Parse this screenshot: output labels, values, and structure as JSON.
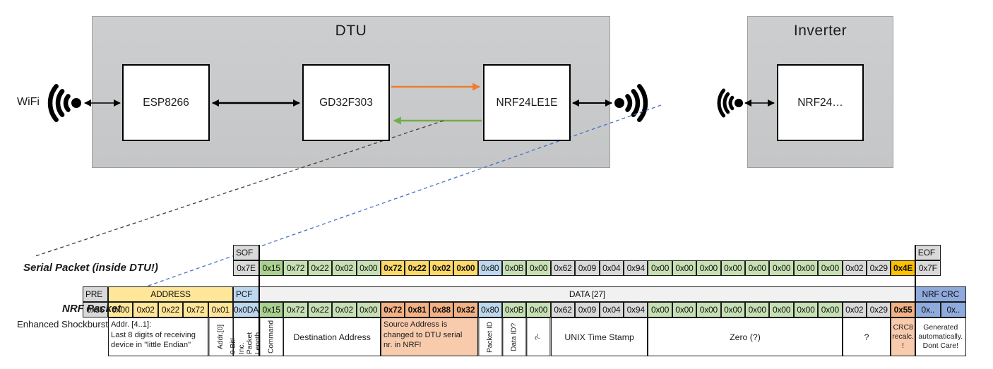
{
  "diagram": {
    "dtu_label": "DTU",
    "inverter_label": "Inverter",
    "wifi_label": "WiFi",
    "esp_label": "ESP8266",
    "gd_label": "GD32F303",
    "nrf_dtu_label": "NRF24LE1E",
    "nrf_inverter_label": "NRF24…"
  },
  "colors": {
    "gray": "#D9D9D9",
    "lgreen": "#C6E0B4",
    "dgreen": "#A9D08E",
    "gold": "#FFD966",
    "orange": "#FFC000",
    "yellow": "#FFE699",
    "blue": "#BDD7EE",
    "salmon": "#F4B183",
    "lsalmon": "#F8CBAD",
    "crcblue": "#8FAADC",
    "datahdr": "#F1F1F1",
    "arrow_orange": "#ED7D31",
    "arrow_green": "#70AD47",
    "dash_blue": "#4472C4",
    "dash_black": "#3f3f3f"
  },
  "serial_packet": {
    "title": "Serial Packet (inside DTU!)",
    "header_cells": [
      {
        "label": "SOF",
        "col": 6,
        "span": 1,
        "c": "gray"
      },
      {
        "label": "EOF",
        "col": 34,
        "span": 1,
        "c": "gray"
      }
    ],
    "cells": [
      {
        "v": "0x7E",
        "c": "gray"
      },
      {
        "v": "0x15",
        "c": "dgreen"
      },
      {
        "v": "0x72",
        "c": "lgreen"
      },
      {
        "v": "0x22",
        "c": "lgreen"
      },
      {
        "v": "0x02",
        "c": "lgreen"
      },
      {
        "v": "0x00",
        "c": "lgreen"
      },
      {
        "v": "0x72",
        "c": "gold",
        "b": true
      },
      {
        "v": "0x22",
        "c": "gold",
        "b": true
      },
      {
        "v": "0x02",
        "c": "gold",
        "b": true
      },
      {
        "v": "0x00",
        "c": "gold",
        "b": true
      },
      {
        "v": "0x80",
        "c": "blue"
      },
      {
        "v": "0x0B",
        "c": "lgreen"
      },
      {
        "v": "0x00",
        "c": "lgreen"
      },
      {
        "v": "0x62",
        "c": "gray"
      },
      {
        "v": "0x09",
        "c": "gray"
      },
      {
        "v": "0x04",
        "c": "gray"
      },
      {
        "v": "0x94",
        "c": "gray"
      },
      {
        "v": "0x00",
        "c": "lgreen"
      },
      {
        "v": "0x00",
        "c": "lgreen"
      },
      {
        "v": "0x00",
        "c": "lgreen"
      },
      {
        "v": "0x00",
        "c": "lgreen"
      },
      {
        "v": "0x00",
        "c": "lgreen"
      },
      {
        "v": "0x00",
        "c": "lgreen"
      },
      {
        "v": "0x00",
        "c": "lgreen"
      },
      {
        "v": "0x00",
        "c": "lgreen"
      },
      {
        "v": "0x02",
        "c": "gray"
      },
      {
        "v": "0x29",
        "c": "gray"
      },
      {
        "v": "0x4E",
        "c": "orange",
        "b": true
      },
      {
        "v": "0x7F",
        "c": "gray"
      }
    ]
  },
  "nrf_packet": {
    "title": "NRF Packet",
    "subtitle": "Enhanced Shockburst",
    "header_cells": [
      {
        "label": "PRE",
        "col": 0,
        "span": 1,
        "c": "gray"
      },
      {
        "label": "ADDRESS",
        "col": 1,
        "span": 5,
        "c": "yellow"
      },
      {
        "label": "PCF",
        "col": 6,
        "span": 1,
        "c": "blue"
      },
      {
        "label": "DATA [27]",
        "col": 7,
        "span": 27,
        "c": "datahdr"
      },
      {
        "label": "NRF CRC",
        "col": 34,
        "span": 2,
        "c": "crcblue"
      }
    ],
    "cells": [
      {
        "v": "0x55",
        "c": "gray"
      },
      {
        "v": "0x00",
        "c": "yellow"
      },
      {
        "v": "0x02",
        "c": "yellow"
      },
      {
        "v": "0x22",
        "c": "yellow"
      },
      {
        "v": "0x72",
        "c": "yellow"
      },
      {
        "v": "0x01",
        "c": "yellow"
      },
      {
        "v": "0x0DA",
        "c": "blue"
      },
      {
        "v": "0x15",
        "c": "dgreen"
      },
      {
        "v": "0x72",
        "c": "lgreen"
      },
      {
        "v": "0x22",
        "c": "lgreen"
      },
      {
        "v": "0x02",
        "c": "lgreen"
      },
      {
        "v": "0x00",
        "c": "lgreen"
      },
      {
        "v": "0x72",
        "c": "salmon",
        "b": true
      },
      {
        "v": "0x81",
        "c": "salmon",
        "b": true
      },
      {
        "v": "0x88",
        "c": "salmon",
        "b": true
      },
      {
        "v": "0x32",
        "c": "salmon",
        "b": true
      },
      {
        "v": "0x80",
        "c": "blue"
      },
      {
        "v": "0x0B",
        "c": "lgreen"
      },
      {
        "v": "0x00",
        "c": "lgreen"
      },
      {
        "v": "0x62",
        "c": "gray"
      },
      {
        "v": "0x09",
        "c": "gray"
      },
      {
        "v": "0x04",
        "c": "gray"
      },
      {
        "v": "0x94",
        "c": "gray"
      },
      {
        "v": "0x00",
        "c": "lgreen"
      },
      {
        "v": "0x00",
        "c": "lgreen"
      },
      {
        "v": "0x00",
        "c": "lgreen"
      },
      {
        "v": "0x00",
        "c": "lgreen"
      },
      {
        "v": "0x00",
        "c": "lgreen"
      },
      {
        "v": "0x00",
        "c": "lgreen"
      },
      {
        "v": "0x00",
        "c": "lgreen"
      },
      {
        "v": "0x00",
        "c": "lgreen"
      },
      {
        "v": "0x02",
        "c": "gray"
      },
      {
        "v": "0x29",
        "c": "gray"
      },
      {
        "v": "0x55",
        "c": "salmon",
        "b": true
      },
      {
        "v": "0x..",
        "c": "crcblue"
      },
      {
        "v": "0x..",
        "c": "crcblue"
      }
    ],
    "annotations": [
      {
        "text": "Addr. [4..1]:\nLast 8 digits of receiving\ndevice in \"little Endian\"",
        "col": 1,
        "span": 4,
        "kind": "note",
        "name": "addr-4-1"
      },
      {
        "text": "Addr.[0]",
        "col": 5,
        "span": 1,
        "kind": "rot",
        "name": "addr-0"
      },
      {
        "text": "9 Bit!\nInc. Packet\nLength",
        "col": 6,
        "span": 1,
        "kind": "rot",
        "name": "pcf-length"
      },
      {
        "text": "Command",
        "col": 7,
        "span": 1,
        "kind": "rot",
        "name": "command"
      },
      {
        "text": "Destination Address",
        "col": 8,
        "span": 4,
        "kind": "label",
        "name": "destination-address"
      },
      {
        "text": "Source Address is\nchanged to DTU serial\nnr. in NRF!",
        "col": 12,
        "span": 4,
        "kind": "note",
        "bg": "lsalmon",
        "name": "source-address"
      },
      {
        "text": "Packet ID",
        "col": 16,
        "span": 1,
        "kind": "rot",
        "name": "packet-id"
      },
      {
        "text": "Data ID?",
        "col": 17,
        "span": 1,
        "kind": "rot",
        "name": "data-id"
      },
      {
        "text": "?-",
        "col": 18,
        "span": 1,
        "kind": "rot",
        "name": "unknown-byte"
      },
      {
        "text": "UNIX Time Stamp",
        "col": 19,
        "span": 4,
        "kind": "label",
        "name": "unix-time-stamp"
      },
      {
        "text": "Zero (?)",
        "col": 23,
        "span": 8,
        "kind": "label",
        "name": "zero"
      },
      {
        "text": "?",
        "col": 31,
        "span": 2,
        "kind": "label",
        "name": "question"
      },
      {
        "text": "CRC8\nrecalc.\n!",
        "col": 33,
        "span": 1,
        "kind": "tiny",
        "bg": "lsalmon",
        "name": "crc8-recalc"
      },
      {
        "text": "Generated\nautomatically.\nDont Care!",
        "col": 34,
        "span": 2,
        "kind": "tiny",
        "name": "crc-generated"
      }
    ]
  }
}
